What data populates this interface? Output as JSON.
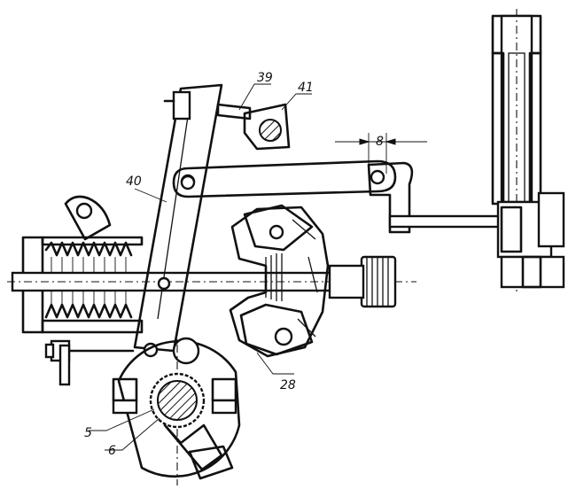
{
  "labels": {
    "l39": "39",
    "l41": "41",
    "l8": "8",
    "l40": "40",
    "l28": "28",
    "l5": "5",
    "l6": "6"
  }
}
